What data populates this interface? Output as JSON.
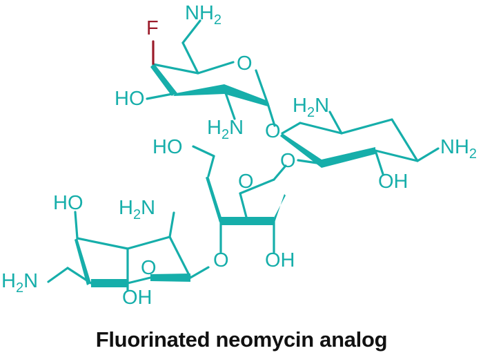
{
  "caption": "Fluorinated neomycin analog",
  "colors": {
    "molecule": "#16AEAA",
    "fluorine": "#9B1B2A",
    "caption": "#111111"
  },
  "labels": {
    "f": "F",
    "nh2_top": "NH2",
    "o_ring1": "O",
    "ho_ring1": "HO",
    "h2n_ring1": "H2N",
    "o_link1": "O",
    "h2n_ring2": "H2N",
    "nh2_ring2": "NH2",
    "o_link2": "O",
    "oh_ring2": "OH",
    "ho_ch2": "HO",
    "o_ring3": "O",
    "o_link3": "O",
    "oh_ring3": "OH",
    "ho_ring4": "HO",
    "h2n_ring4a": "H2N",
    "o_ring4": "O",
    "h2n_ring4b": "H2N",
    "oh_ring4": "OH"
  }
}
